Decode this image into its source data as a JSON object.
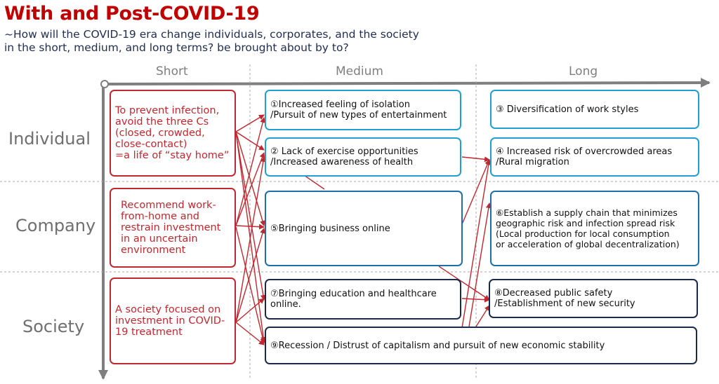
{
  "header": {
    "title": "With and Post-COVID-19",
    "subtitle": "~How will the COVID-19 era change individuals, corporates, and the society\nin the short, medium, and long terms? be brought about by to?"
  },
  "columns": [
    {
      "label": "Short"
    },
    {
      "label": "Medium"
    },
    {
      "label": "Long"
    }
  ],
  "rows": [
    {
      "label": "Individual"
    },
    {
      "label": "Company"
    },
    {
      "label": "Society"
    }
  ],
  "short_boxes": [
    {
      "text": "To prevent infection,\navoid the three Cs\n(closed, crowded,\nclose-contact)\n=a life of “stay home”"
    },
    {
      "text": "Recommend work-\nfrom-home and\nrestrain investment\nin an uncertain\nenvironment"
    },
    {
      "text": "A society focused on\ninvestment in COVID-\n19 treatment"
    }
  ],
  "medium_boxes": [
    {
      "text": "①Increased feeling of isolation\n/Pursuit of new types of entertainment"
    },
    {
      "text": "② Lack of exercise opportunities\n/Increased awareness of health"
    },
    {
      "text": "⑤Bringing business online"
    },
    {
      "text": "⑦Bringing education and healthcare\nonline."
    },
    {
      "text": "⑨Recession / Distrust of capitalism and pursuit of new economic stability"
    }
  ],
  "long_boxes": [
    {
      "text": "③ Diversification of work styles"
    },
    {
      "text": "④ Increased risk of overcrowded areas\n/Rural migration"
    },
    {
      "text": "⑥Establish a supply chain that minimizes\ngeographic risk and infection spread risk\n(Local production for local consumption\nor acceleration of global decentralization)"
    },
    {
      "text": "⑧Decreased public safety\n/Establishment of new security"
    }
  ],
  "colors": {
    "title": "#c00000",
    "short_border": "#c0282f",
    "arrow": "#c0282f",
    "medium_cyan": "#1fa0d0",
    "company_blue": "#1e6fa8",
    "society_navy": "#1c2a4a",
    "axis": "#7f7f7f"
  }
}
